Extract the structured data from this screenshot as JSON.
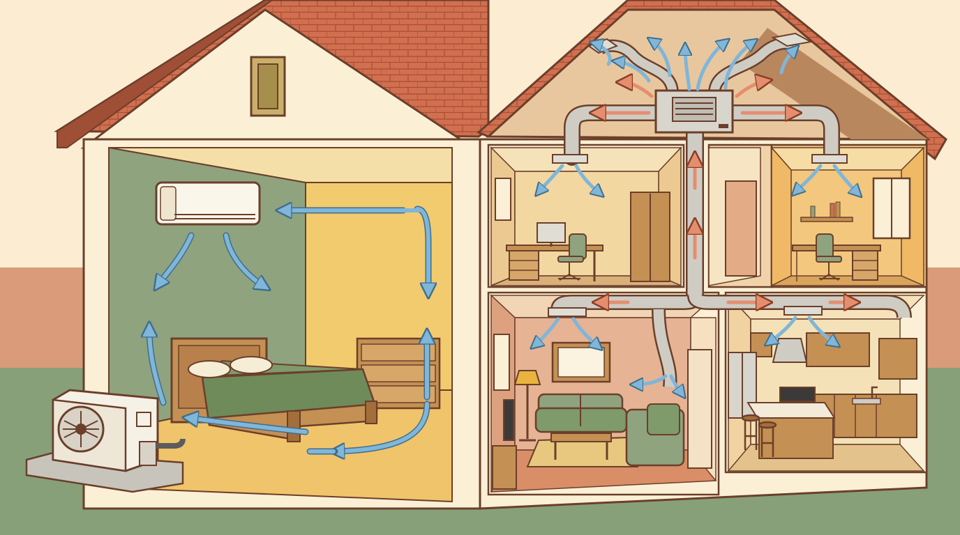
{
  "palette": {
    "sky": "#fbecd2",
    "wall_band": "#d99b7a",
    "ground": "#87a07a",
    "roof": "#d26f4f",
    "roof_dark": "#a04f37",
    "outline": "#6b3f2a",
    "exterior_wall": "#fbf0d6",
    "gable_back": "#e8c79e",
    "gable_dark": "#b9875e",
    "duct": "#cfccc4",
    "airflow_arrow": "#7fb6d9",
    "return_arrow": "#e58e6e",
    "sage_wall": "#8fa37f",
    "mustard_wall": "#f2cb6e",
    "office_wall": "#f2d7a0",
    "living_wall": "#e6b394",
    "wood": "#c49053",
    "sofa": "#8fa37f"
  },
  "components": [
    {
      "id": "mini-split-indoor",
      "icon": "mini-split-unit-icon"
    },
    {
      "id": "condenser-outdoor",
      "icon": "outdoor-fan-icon"
    },
    {
      "id": "attic-air-handler",
      "icon": "air-handler-icon"
    },
    {
      "id": "supply-ducts",
      "icon": "duct-icon"
    },
    {
      "id": "ceiling-vents",
      "icon": "vent-register-icon"
    }
  ],
  "rooms": [
    {
      "id": "bedroom",
      "wall_colors": [
        "#8fa37f",
        "#f2cb6e"
      ]
    },
    {
      "id": "office-left",
      "wall_colors": [
        "#f2d7a0"
      ]
    },
    {
      "id": "office-right",
      "wall_colors": [
        "#f3c77d"
      ]
    },
    {
      "id": "living-room",
      "wall_colors": [
        "#e6b394"
      ]
    },
    {
      "id": "kitchen",
      "wall_colors": [
        "#f4e1b7"
      ]
    }
  ]
}
